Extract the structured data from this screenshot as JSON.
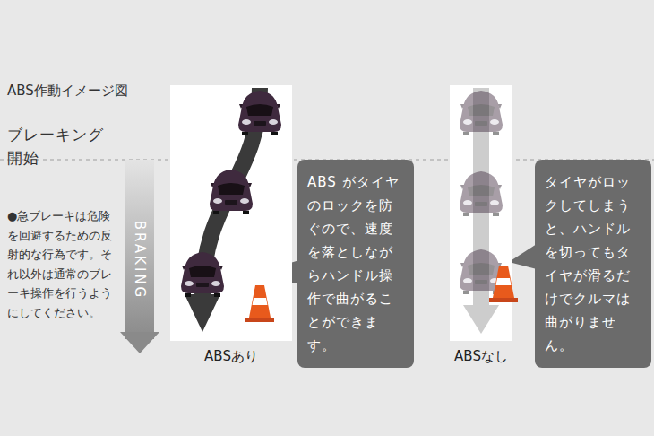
{
  "diagram": {
    "title": "ABS作動イメージ図",
    "nodes": [
      {
        "text": [
          "ABSあり"
        ]
      },
      {
        "text": [
          "ABS がタイヤのロックを防ぐので、速度を落としながらハンドル操作で曲がることができます。"
        ]
      },
      {
        "text": [
          "ABSなし"
        ]
      },
      {
        "text": [
          "タイヤがロックしてしまうと、ハンドルを切ってもタイヤが滑るだけでクルマは曲がりません。"
        ]
      }
    ],
    "labels": [
      "ブレーキング 開始",
      "BRAKING",
      "●急ブレーキは危険を回避するための反射的な行為です。それ以外は通常のブレーキ操作を行うようにしてください。"
    ]
  }
}
